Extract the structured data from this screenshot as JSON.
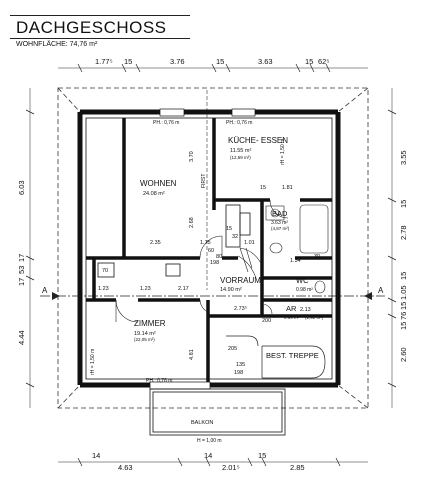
{
  "header": {
    "title": "DACHGESCHOSS",
    "subtitle": "WOHNFLÄCHE: 74,76 m²"
  },
  "rooms": {
    "wohnen": {
      "name": "WOHNEN",
      "area": "24.08 m²"
    },
    "kueche": {
      "name": "KÜCHE- ESSEN",
      "area": "11.55 m²",
      "area2": "(12,69 m²)"
    },
    "bad": {
      "name": "BAD",
      "area": "3.63 m²",
      "area2": "(4,87 m²)"
    },
    "vorraum": {
      "name": "VORRAUM",
      "area": "14.90 m²"
    },
    "wc": {
      "name": "WC",
      "area": "0.98 m²"
    },
    "ar": {
      "name": "AR",
      "area": "0.99 m²",
      "area2": "(1,92 m²)"
    },
    "zimmer": {
      "name": "ZIMMER",
      "area": "19.14 m²",
      "area2": "(22,05 m²)"
    },
    "treppe": {
      "name": "BEST. TREPPE"
    },
    "balkon": {
      "name": "BALKON",
      "height": "H = 1,00 m"
    }
  },
  "labels": {
    "ph_wohnen": "PH.: 0,76 m",
    "ph_kueche": "PH.: 0,76 m",
    "ph_zimmer": "PH.: 0,76 m",
    "rh_kueche": "rH = 1,50 m",
    "rh_zimmer": "rH = 1,50 m",
    "first": "FIRST",
    "section_a": "A"
  },
  "dims": {
    "top": [
      "1.77⁵",
      "15",
      "3.76",
      "15",
      "3.63",
      "15",
      "62⁵"
    ],
    "bottom": [
      "14",
      "4.63",
      "14",
      "2.01⁵",
      "15",
      "2.85"
    ],
    "left": [
      "6.03",
      "17",
      "53",
      "17",
      "4.44"
    ],
    "right": [
      "3.55",
      "15",
      "2.78",
      "15",
      "1.05",
      "15",
      "76",
      "15",
      "2.60"
    ],
    "inner": [
      "3.70",
      "2.68",
      "2.35",
      "1.75",
      "15",
      "1.81",
      "2.13",
      "2.73⁵",
      "4.81",
      "1.23",
      "1.23",
      "2.17",
      "70",
      "15",
      "32",
      "1.01",
      "1.34",
      "30",
      "60",
      "198",
      "80",
      "200",
      "205",
      "135",
      "198"
    ]
  }
}
